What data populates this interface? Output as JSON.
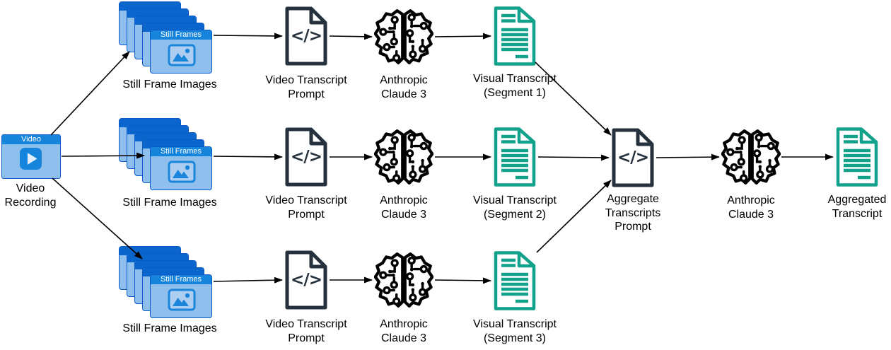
{
  "colors": {
    "frame_blue": "#1784DB",
    "frame_blue_dark": "#0A5AC8",
    "frame_blue_light": "#8FC0ED",
    "prompt_navy": "#25313C",
    "transcript_teal": "#12A18A",
    "arrow_black": "#000000"
  },
  "diagram": {
    "video": {
      "bar_title": "Video",
      "label": "Video Recording"
    },
    "still_frames": {
      "bar_title": "Still Frames",
      "label": "Still Frame Images"
    },
    "video_prompt": {
      "glyph": "</>",
      "label": "Video Transcript Prompt"
    },
    "claude": {
      "label": "Anthropic Claude 3"
    },
    "segments": [
      {
        "label": "Visual Transcript (Segment 1)"
      },
      {
        "label": "Visual Transcript (Segment 2)"
      },
      {
        "label": "Visual Transcript (Segment 3)"
      }
    ],
    "aggregate_prompt": {
      "glyph": "</>",
      "label": "Aggregate Transcripts Prompt"
    },
    "aggregated": {
      "label": "Aggregated Transcript"
    }
  }
}
